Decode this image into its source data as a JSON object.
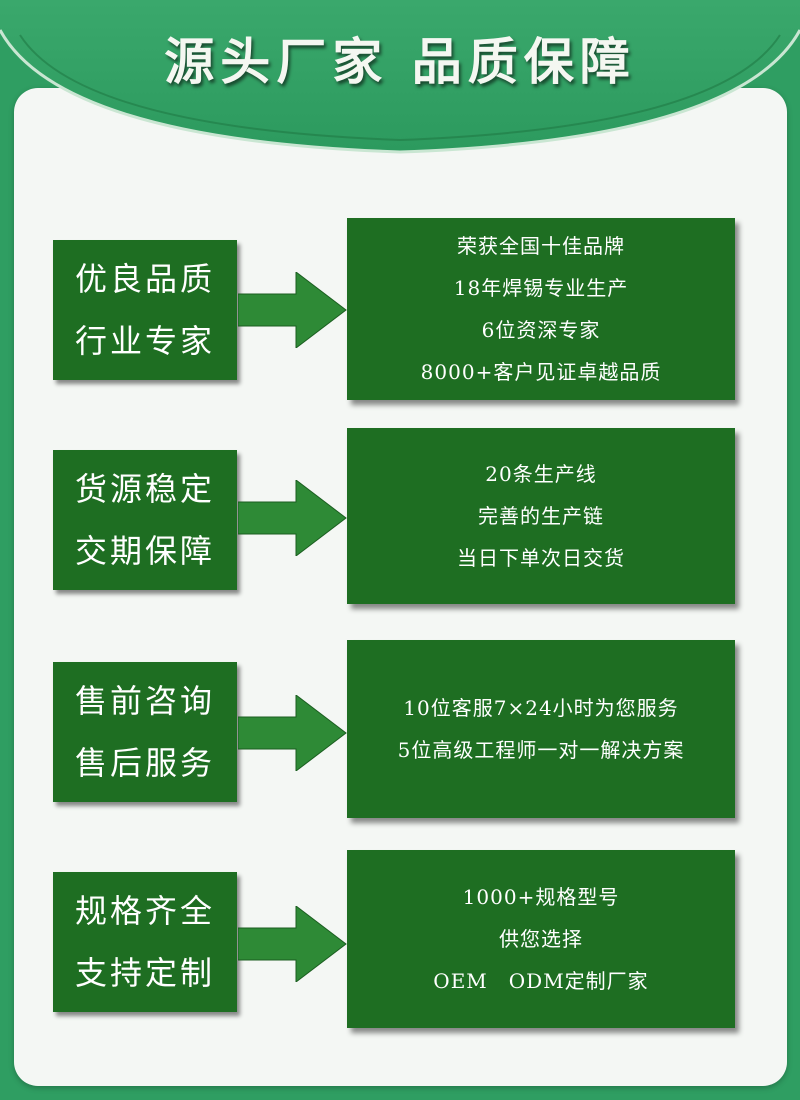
{
  "title": "源头厂家 品质保障",
  "colors": {
    "background": "#2f9e62",
    "box": "#1e6e22",
    "arrow": "#2e8a36",
    "card": "#f4f7f4"
  },
  "sections": [
    {
      "left": [
        "优良品质",
        "行业专家"
      ],
      "right": [
        "荣获全国十佳品牌",
        "18年焊锡专业生产",
        "6位资深专家",
        "8000+客户见证卓越品质"
      ]
    },
    {
      "left": [
        "货源稳定",
        "交期保障"
      ],
      "right": [
        "20条生产线",
        "完善的生产链",
        "当日下单次日交货"
      ]
    },
    {
      "left": [
        "售前咨询",
        "售后服务"
      ],
      "right": [
        "10位客服7×24小时为您服务",
        "5位高级工程师一对一解决方案"
      ]
    },
    {
      "left": [
        "规格齐全",
        "支持定制"
      ],
      "right": [
        "1000+规格型号",
        "供您选择",
        "OEM　ODM定制厂家"
      ]
    }
  ]
}
